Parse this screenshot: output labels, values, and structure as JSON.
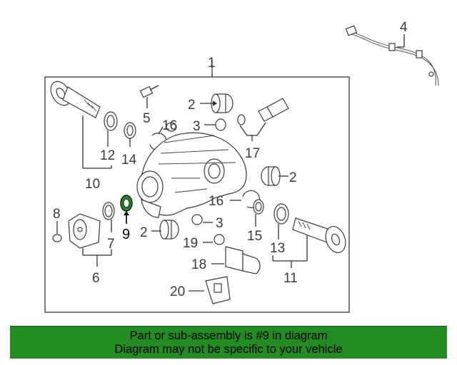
{
  "callouts": {
    "c1": "1",
    "c2a": "2",
    "c2b": "2",
    "c2c": "2",
    "c3a": "3",
    "c3b": "3",
    "c4": "4",
    "c5": "5",
    "c6": "6",
    "c7": "7",
    "c8": "8",
    "c9": "9",
    "c10": "10",
    "c11": "11",
    "c12": "12",
    "c13": "13",
    "c14": "14",
    "c15": "15",
    "c16a": "16",
    "c16b": "16",
    "c17": "17",
    "c18": "18",
    "c19": "19",
    "c20": "20"
  },
  "highlight": {
    "part": "9",
    "color": "#228B22"
  },
  "banner": {
    "line1": "Part or sub-assembly is #9 in diagram",
    "line2": "Diagram may not be specific to your vehicle",
    "color": "#228B22"
  }
}
